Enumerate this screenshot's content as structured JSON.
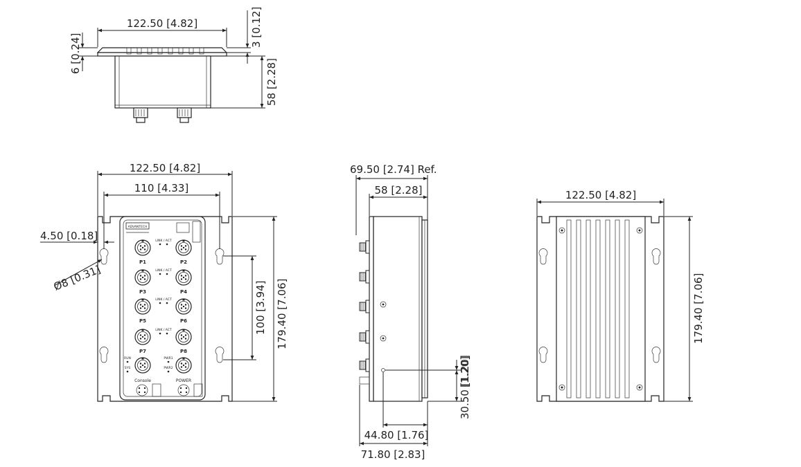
{
  "top_view": {
    "width_label": "122.50 [4.82]",
    "flange_offset_label": "3 [0.12]",
    "flange_thickness_label": "6 [0.24]",
    "depth_label": "58 [2.28]"
  },
  "front_view": {
    "overall_width_label": "122.50 [4.82]",
    "inner_width_label": "110 [4.33]",
    "hole_offset_label": "4.50 [0.18]",
    "hole_diameter_label": "Ø8 [0.31]",
    "hole_pitch_label": "100 [3.94]",
    "overall_height_label": "179.40 [7.06]",
    "ports": [
      {
        "label": "P1",
        "led": "LINK / ACT"
      },
      {
        "label": "P2",
        "led": ""
      },
      {
        "label": "P3",
        "led": "LINK / ACT"
      },
      {
        "label": "P4",
        "led": ""
      },
      {
        "label": "P5",
        "led": "LINK / ACT"
      },
      {
        "label": "P6",
        "led": ""
      },
      {
        "label": "P7",
        "led": "LINK / ACT"
      },
      {
        "label": "P8",
        "led": ""
      }
    ],
    "console_label": "Console",
    "power_label": "POWER",
    "led_run": "RUN",
    "led_sys": "SYS",
    "led_pwr1": "PWR1",
    "led_pwr2": "PWR2",
    "brand": "ADVANTECH"
  },
  "side_view": {
    "overall_depth_label": "69.50 [2.74] Ref.",
    "body_depth_label": "58 [2.28]",
    "connector_offset_label": "1.20",
    "connector_offset_label_in": "[1.20]",
    "connector_height_label": "30.50 [1.20]",
    "inner_depth_label": "44.80 [1.76]",
    "total_depth_label": "71.80 [2.83]"
  },
  "rear_view": {
    "width_label": "122.50 [4.82]",
    "height_label": "179.40 [7.06]"
  }
}
